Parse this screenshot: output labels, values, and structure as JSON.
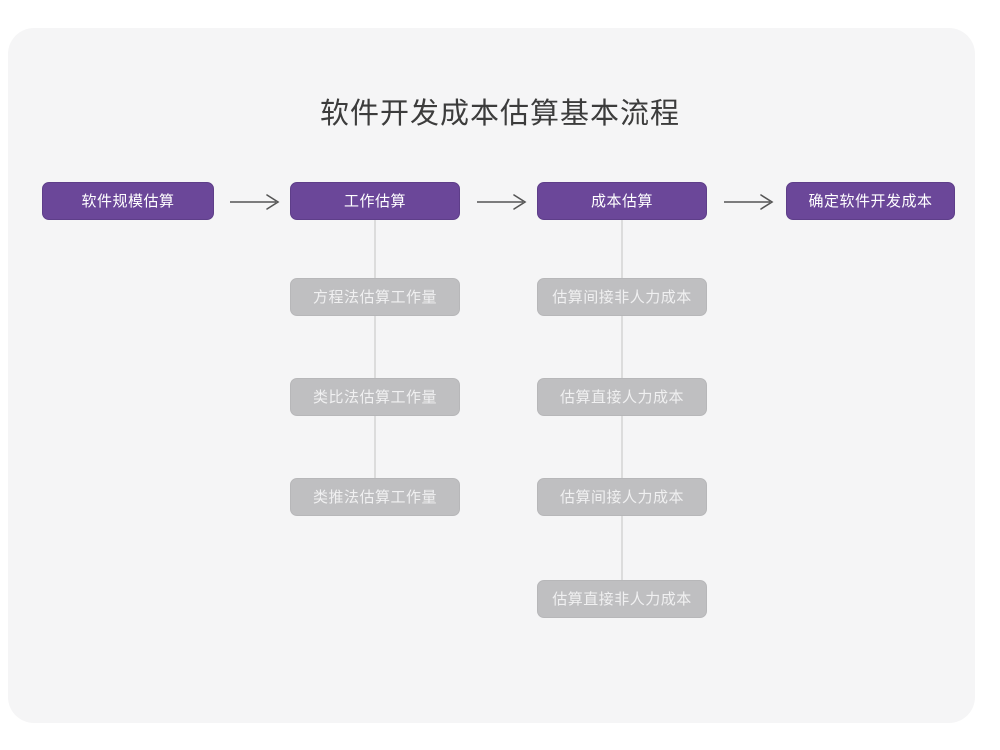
{
  "card": {
    "background_color": "#f5f5f6"
  },
  "title": "软件开发成本估算基本流程",
  "colors": {
    "primary": "#6b4799",
    "primary_border": "#5e3e89",
    "primary_text": "#ffffff",
    "secondary": "#bfbfc1",
    "secondary_border": "#b7b7b9",
    "secondary_text": "#f0f0f1",
    "title_text": "#3c3c3c",
    "arrow": "#555555",
    "connector": "#dcdcdc"
  },
  "flow": {
    "type": "flowchart",
    "orientation": "left-to-right with vertical sub-lists",
    "stages": [
      {
        "id": "stage-1",
        "label": "软件规模估算",
        "substeps": []
      },
      {
        "id": "stage-2",
        "label": "工作估算",
        "substeps": [
          "方程法估算工作量",
          "类比法估算工作量",
          "类推法估算工作量"
        ]
      },
      {
        "id": "stage-3",
        "label": "成本估算",
        "substeps": [
          "估算间接非人力成本",
          "估算直接人力成本",
          "估算间接人力成本",
          "估算直接非人力成本"
        ]
      },
      {
        "id": "stage-4",
        "label": "确定软件开发成本",
        "substeps": []
      }
    ],
    "arrows": [
      {
        "from": "stage-1",
        "to": "stage-2",
        "glyph": "right-arrow-icon"
      },
      {
        "from": "stage-2",
        "to": "stage-3",
        "glyph": "right-arrow-icon"
      },
      {
        "from": "stage-3",
        "to": "stage-4",
        "glyph": "right-arrow-icon"
      }
    ]
  }
}
